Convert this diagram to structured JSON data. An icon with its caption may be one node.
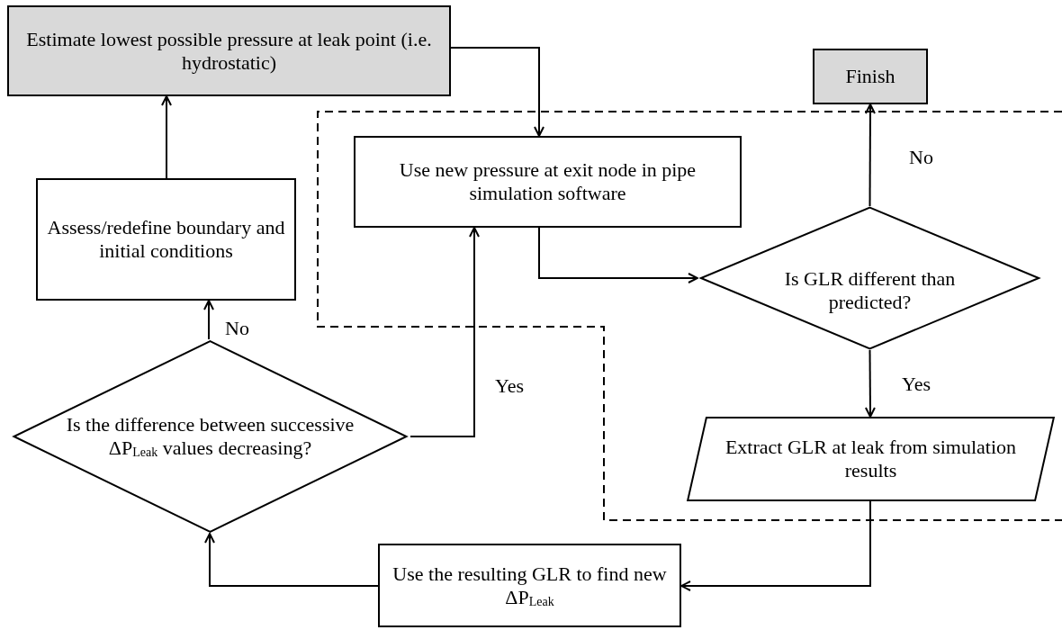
{
  "diagram": {
    "nodes": [
      {
        "text": [
          "Estimate lowest possible pressure at leak point (i.e. hydrostatic)"
        ]
      },
      {
        "text": [
          "Finish"
        ]
      },
      {
        "text": [
          "Use new pressure at exit node in pipe simulation software"
        ]
      },
      {
        "text": [
          "Assess/redefine boundary and initial conditions"
        ]
      },
      {
        "text": [
          "Is GLR different than predicted?"
        ]
      },
      {
        "text": [
          "Is the difference between successive ΔP$_{Leak}$ values decreasing?"
        ]
      },
      {
        "text": [
          "Extract GLR at leak from simulation results"
        ]
      },
      {
        "text": [
          "Use the resulting GLR to find new ΔP$_{Leak}$"
        ]
      }
    ],
    "edges": [
      {
        "from": 0,
        "to": 2,
        "arrow": "to"
      },
      {
        "from": 2,
        "to": 4,
        "arrow": "to"
      },
      {
        "from": 4,
        "to": 1,
        "arrow": "to",
        "label": "No"
      },
      {
        "from": 4,
        "to": 6,
        "arrow": "to",
        "label": "Yes"
      },
      {
        "from": 6,
        "to": 7,
        "arrow": "to"
      },
      {
        "from": 7,
        "to": 5,
        "arrow": "to"
      },
      {
        "from": 5,
        "to": 2,
        "arrow": "to",
        "label": "Yes"
      },
      {
        "from": 5,
        "to": 3,
        "arrow": "to",
        "label": "No"
      },
      {
        "from": 3,
        "to": 0,
        "arrow": "to"
      }
    ]
  }
}
